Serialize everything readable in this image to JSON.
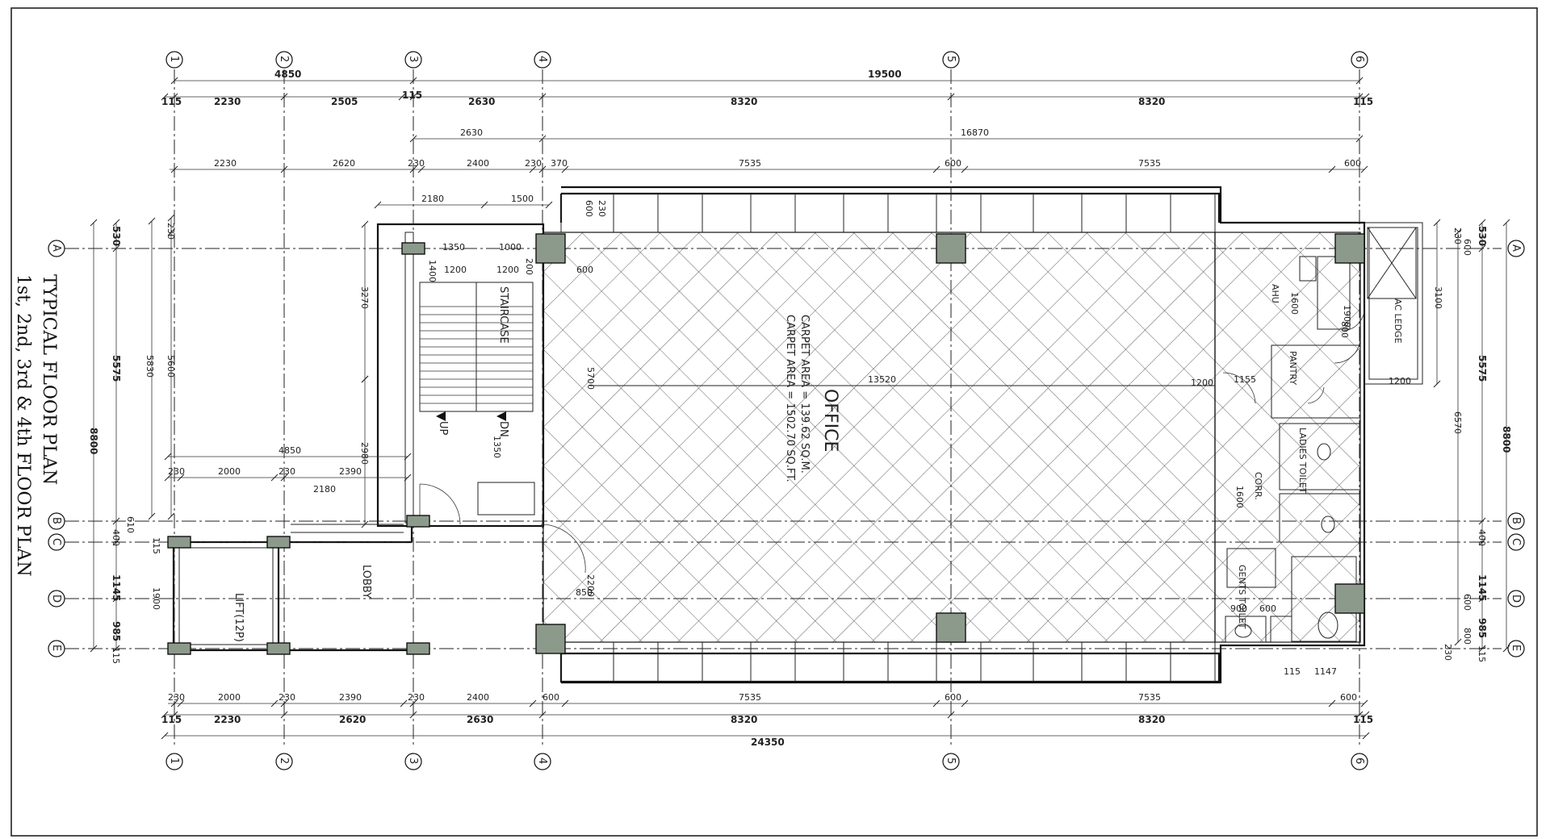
{
  "title": {
    "line1": "TYPICAL FLOOR PLAN",
    "line2": "1st, 2nd, 3rd & 4th FLOOR PLAN"
  },
  "grid": {
    "numbers": [
      "1",
      "2",
      "3",
      "4",
      "5",
      "6"
    ],
    "letters": [
      "A",
      "B",
      "C",
      "D",
      "E"
    ]
  },
  "rooms": {
    "office": "OFFICE",
    "carpet_sqm": "CARPET AREA = 139.62 SQ.M.",
    "carpet_sqft": "CARPET AREA = 1502.70 SQ.FT.",
    "staircase": "STAIRCASE",
    "lobby": "LOBBY",
    "lift": "LIFT(12P)",
    "pantry": "PANTRY",
    "ladies": "LADIES TOILET",
    "gents": "GENTS TOILET",
    "corr": "CORR.",
    "ahu": "AHU",
    "ac_ledge": "AC LEDGE",
    "up": "UP",
    "dn": "DN"
  },
  "dims_top": {
    "overall_top": "19500",
    "a4850": "4850",
    "r2": [
      "115",
      "2230",
      "2505",
      "115",
      "2630",
      "8320",
      "8320",
      "115"
    ],
    "r3_a": "2630",
    "r3_b": "16870",
    "r4": [
      "2230",
      "2620",
      "230",
      "2400",
      "230",
      "370",
      "7535",
      "600",
      "7535",
      "600"
    ],
    "stair": [
      "2180",
      "1500"
    ]
  },
  "dims_bottom": {
    "r1": [
      "230",
      "2000",
      "230",
      "2390",
      "230",
      "2400",
      "600",
      "7535",
      "600",
      "7535",
      "600"
    ],
    "r2": [
      "115",
      "2230",
      "2620",
      "2630",
      "8320",
      "8320",
      "115"
    ],
    "overall": "24350",
    "small": [
      "115",
      "1147"
    ]
  },
  "dims_left": {
    "overall": "8800",
    "v1": "5575",
    "v2": "5830",
    "v3": "5600",
    "v4": [
      "530",
      "230",
      "610",
      "400",
      "115",
      "1145",
      "985",
      "115",
      "1900"
    ],
    "stair_v": [
      "3270",
      "2980"
    ]
  },
  "dims_right": {
    "overall": "8800",
    "v1": "5575",
    "v2": "6570",
    "v3": "3100",
    "v4": [
      "530",
      "230",
      "600",
      "400",
      "1145",
      "985",
      "600",
      "800",
      "230",
      "115"
    ]
  },
  "dims_mid": {
    "lobby_w": "4850",
    "lobby_r": [
      "230",
      "2000",
      "230",
      "2390"
    ],
    "lobby_b": "2180",
    "stair_int": [
      "1350",
      "1000",
      "1200",
      "1200",
      "200",
      "1400",
      "600",
      "230",
      "600"
    ],
    "office_w": "13520",
    "office_h": "5700",
    "misc": [
      "1350",
      "1200",
      "1500",
      "1600",
      "1600",
      "1900",
      "1200",
      "1155",
      "900",
      "600",
      "2200",
      "850",
      "800"
    ]
  }
}
